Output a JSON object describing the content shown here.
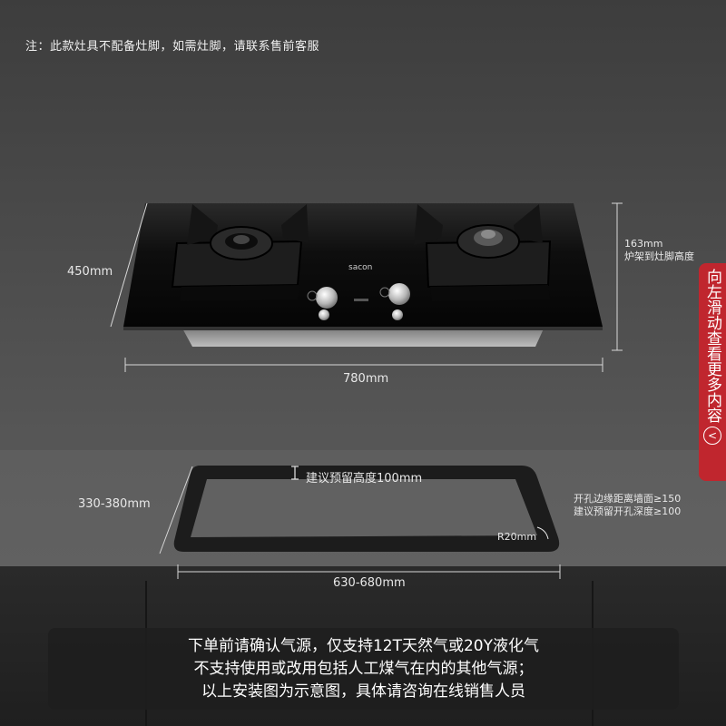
{
  "note": "注：此款灶具不配备灶脚，如需灶脚，请联系售前客服",
  "stove": {
    "width_label": "780mm",
    "depth_label": "450mm",
    "height_label": "163mm",
    "height_caption": "炉架到灶脚高度",
    "brand": "sacon"
  },
  "cutout": {
    "width_label": "630-680mm",
    "depth_label": "330-380mm",
    "reserve_label": "建议预留高度100mm",
    "radius_label": "R20mm",
    "edge_note_1": "开孔边缘距离墙面≥150",
    "edge_note_2": "建议预留开孔深度≥100"
  },
  "side_tab": {
    "text": "向左滑动查看更多内容",
    "button": "<"
  },
  "notice": {
    "line1": "下单前请确认气源，仅支持12T天然气或20Y液化气",
    "line2": "不支持使用或改用包括人工煤气在内的其他气源；",
    "line3": "以上安装图为示意图，具体请咨询在线销售人员"
  },
  "colors": {
    "background": "#4a4a4a",
    "glass": "#111111",
    "accent_red": "#c0262e",
    "cutout": "#1c1c1c"
  }
}
